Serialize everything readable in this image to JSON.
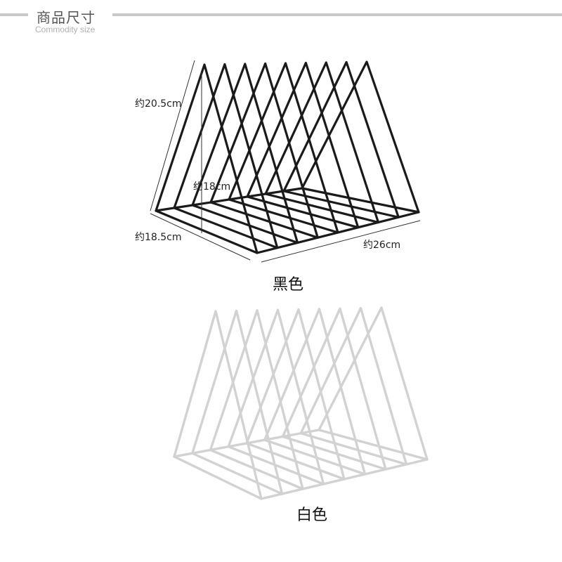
{
  "header": {
    "title_cn": "商品尺寸",
    "title_en": "Commodity size"
  },
  "dimensions": {
    "height_outer": "约20.5cm",
    "height_inner": "约18cm",
    "depth": "约18.5cm",
    "width": "约26cm"
  },
  "variants": [
    {
      "caption": "黑色",
      "color": "#1a1a1a"
    },
    {
      "caption": "白色",
      "color": "#d2d2d2"
    }
  ]
}
